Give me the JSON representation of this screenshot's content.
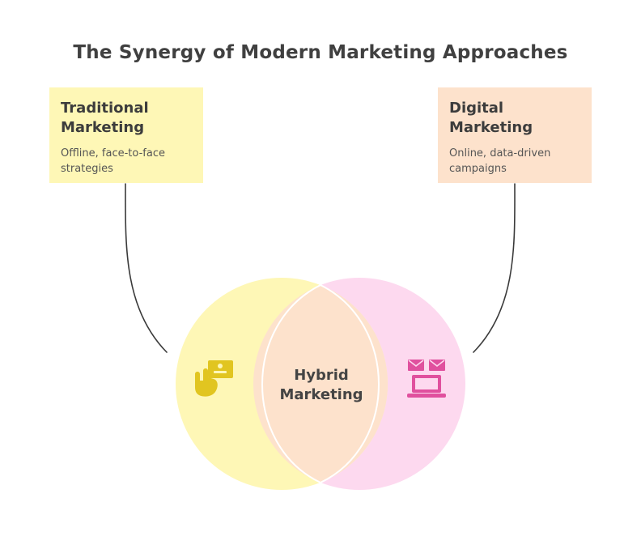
{
  "title": "The Synergy of Modern Marketing Approaches",
  "traditional": {
    "heading": "Traditional Marketing",
    "description": "Offline, face-to-face strategies",
    "icon": "hand-card-icon",
    "color": "#fef7b6",
    "icon_color": "#e1c520"
  },
  "digital": {
    "heading": "Digital Marketing",
    "description": "Online, data-driven campaigns",
    "icon": "laptop-email-icon",
    "color": "#fde2cc",
    "circle_color": "#fdd9ef",
    "icon_color": "#e0509e"
  },
  "hybrid": {
    "label": "Hybrid Marketing",
    "color": "#fde2cc"
  }
}
